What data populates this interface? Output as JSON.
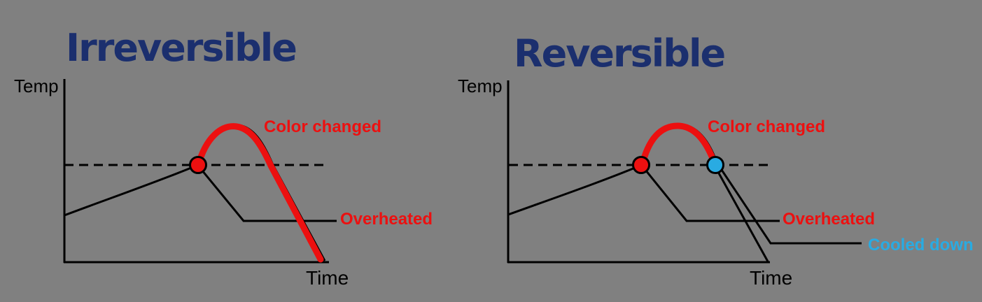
{
  "colors": {
    "background": "#808080",
    "title_navy": "#1b2f6e",
    "red": "#ec1010",
    "cyan": "#29abe2",
    "line_black": "#000000"
  },
  "panels": [
    {
      "title": "Irreversible",
      "y_axis_label": "Temp",
      "x_axis_label": "Time",
      "annotations": {
        "color_changed": "Color changed",
        "overheated": "Overheated"
      }
    },
    {
      "title": "Reversible",
      "y_axis_label": "Temp",
      "x_axis_label": "Time",
      "annotations": {
        "color_changed": "Color changed",
        "overheated": "Overheated",
        "cooled_down": "Cooled down"
      }
    }
  ],
  "chart_data": [
    {
      "type": "line",
      "title": "Irreversible",
      "xlabel": "Time",
      "ylabel": "Temp",
      "axes": "qualitative, no tick values",
      "threshold_line": "black dashed horizontal line at the color-change temperature",
      "series": [
        {
          "name": "heating",
          "color": "#000000",
          "description": "black line rises from a starting temperature up to the dashed threshold; crossing marked with a red dot"
        },
        {
          "name": "color changed excursion",
          "color": "#ec1010",
          "description": "thick red curve from the red dot: peaks above the threshold then falls steeply all the way to the time axis"
        },
        {
          "name": "overheated branch",
          "color": "#000000",
          "description": "black line drops from the red dot to a plateau above the start level and stays flat, labeled Overheated"
        }
      ],
      "markers": [
        {
          "name": "threshold-crossing",
          "shape": "dot",
          "fill": "#ec1010",
          "outline": "#000000"
        }
      ]
    },
    {
      "type": "line",
      "title": "Reversible",
      "xlabel": "Time",
      "ylabel": "Temp",
      "axes": "qualitative, no tick values",
      "threshold_line": "black dashed horizontal line at the color-change temperature",
      "series": [
        {
          "name": "heating",
          "color": "#000000",
          "description": "black line rises from a starting temperature up to the dashed threshold; crossing marked with a red dot"
        },
        {
          "name": "color changed excursion",
          "color": "#ec1010",
          "description": "thick red curve peaks above the threshold and returns to the threshold at a blue dot (color reverts on cooling)"
        },
        {
          "name": "overheated branch",
          "color": "#000000",
          "description": "black line drops from the red dot to a flat plateau labeled Overheated"
        },
        {
          "name": "cooled down branch",
          "color": "#000000",
          "description": "two black lines fall from the blue dot: one reaches the time axis, one levels off at a low plateau labeled Cooled down"
        }
      ],
      "markers": [
        {
          "name": "threshold-crossing-up",
          "shape": "dot",
          "fill": "#ec1010",
          "outline": "#000000"
        },
        {
          "name": "threshold-crossing-down",
          "shape": "dot",
          "fill": "#29abe2",
          "outline": "#000000"
        }
      ]
    }
  ]
}
